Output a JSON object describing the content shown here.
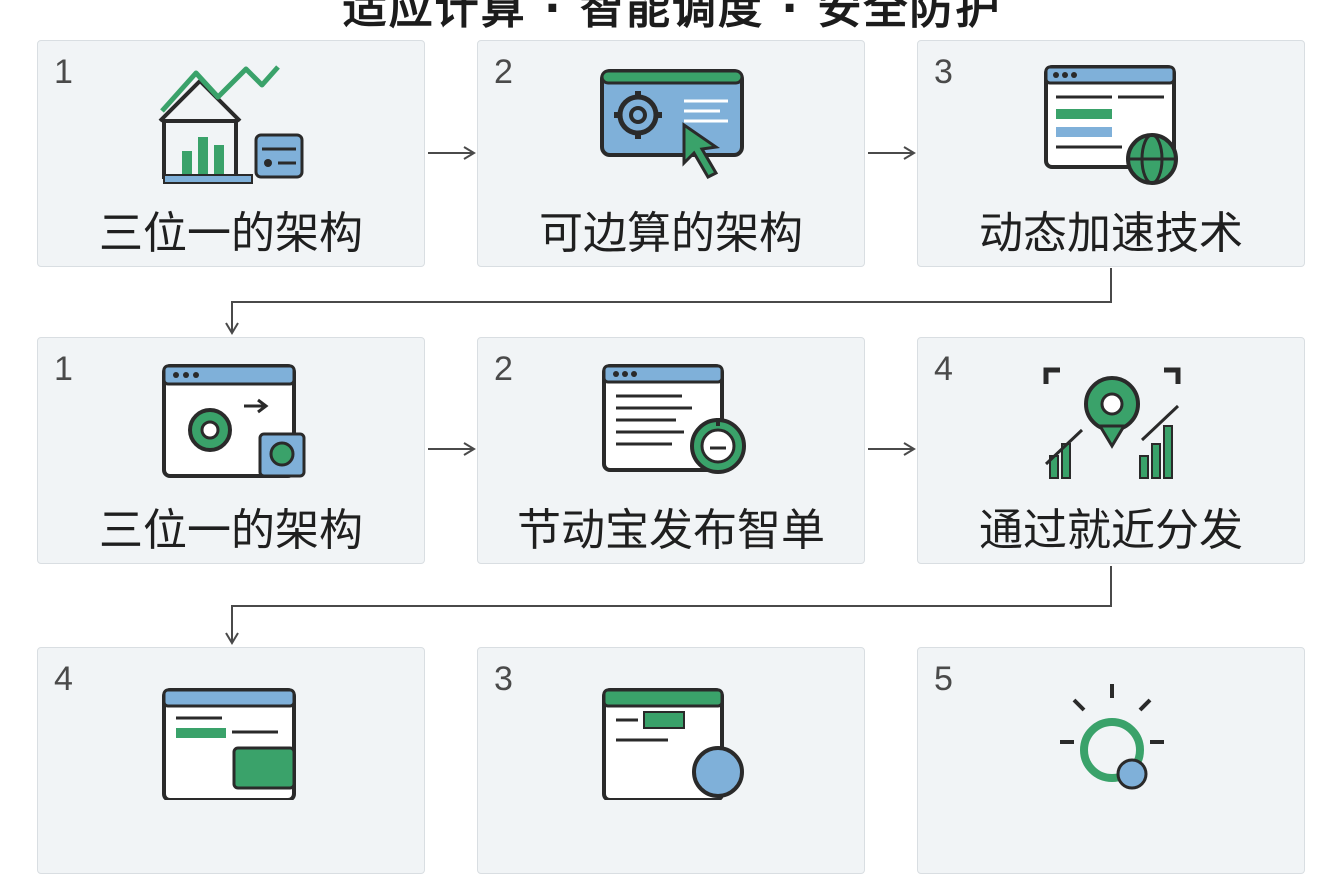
{
  "title": "适应计算 · 智能调度 · 安全防护",
  "colors": {
    "green": "#3aa26a",
    "blue": "#7fb0d9",
    "dark": "#2a2a2a",
    "card_bg": "#f1f4f6",
    "card_border": "#d9dee2"
  },
  "rows": [
    [
      {
        "number": "1",
        "label": "三位一的架构",
        "icon": "house-growth-chart-icon"
      },
      {
        "number": "2",
        "label": "可边算的架构",
        "icon": "gear-screen-cursor-icon"
      },
      {
        "number": "3",
        "label": "动态加速技术",
        "icon": "browser-globe-icon"
      }
    ],
    [
      {
        "number": "1",
        "label": "三位一的架构",
        "icon": "browser-gear-icon"
      },
      {
        "number": "2",
        "label": "节动宝发布智单",
        "icon": "document-timer-icon"
      },
      {
        "number": "4",
        "label": "通过就近分发",
        "icon": "gear-bars-focus-icon"
      }
    ],
    [
      {
        "number": "4",
        "label": "",
        "icon": "browser-panel-icon"
      },
      {
        "number": "3",
        "label": "",
        "icon": "document-refresh-icon"
      },
      {
        "number": "5",
        "label": "",
        "icon": "lightbulb-gear-icon"
      }
    ]
  ]
}
